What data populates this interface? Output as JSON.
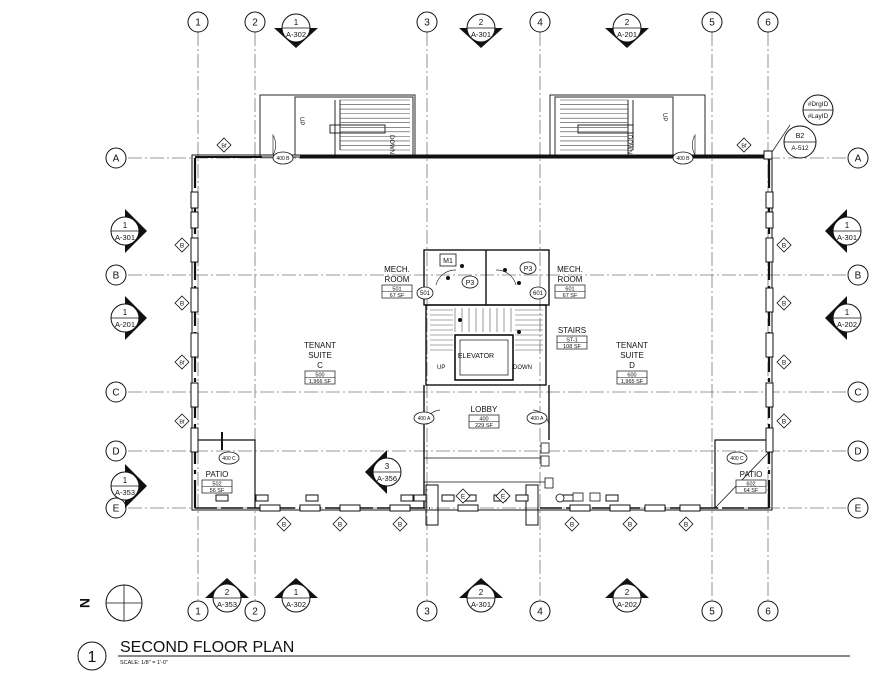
{
  "title": {
    "number": "1",
    "name": "SECOND FLOOR PLAN",
    "scale": "SCALE: 1/8\" = 1'-0\""
  },
  "north_label": "N",
  "grid_columns": [
    "1",
    "2",
    "3",
    "4",
    "5",
    "6"
  ],
  "grid_rows": [
    "A",
    "B",
    "C",
    "D",
    "E"
  ],
  "section_markers": [
    {
      "id": "sec-top-1",
      "num": "1",
      "sheet": "A-302"
    },
    {
      "id": "sec-top-2",
      "num": "2",
      "sheet": "A-301"
    },
    {
      "id": "sec-top-3",
      "num": "2",
      "sheet": "A-201"
    },
    {
      "id": "sec-left-1",
      "num": "1",
      "sheet": "A-301"
    },
    {
      "id": "sec-left-2",
      "num": "1",
      "sheet": "A-201"
    },
    {
      "id": "sec-left-3",
      "num": "1",
      "sheet": "A-353"
    },
    {
      "id": "sec-right-1",
      "num": "1",
      "sheet": "A-301"
    },
    {
      "id": "sec-right-2",
      "num": "1",
      "sheet": "A-202"
    },
    {
      "id": "sec-mid",
      "num": "3",
      "sheet": "A-356"
    },
    {
      "id": "sec-bot-1",
      "num": "2",
      "sheet": "A-353"
    },
    {
      "id": "sec-bot-2",
      "num": "1",
      "sheet": "A-302"
    },
    {
      "id": "sec-bot-3",
      "num": "2",
      "sheet": "A-301"
    },
    {
      "id": "sec-bot-4",
      "num": "2",
      "sheet": "A-202"
    }
  ],
  "detail_tag": {
    "top": "#DrgID",
    "bottom": "#LayID",
    "detail": "B2",
    "sheet": "A-512"
  },
  "rooms": [
    {
      "id": "suite-c",
      "name": [
        "TENANT",
        "SUITE",
        "C"
      ],
      "number": "500",
      "area": "1,966 SF"
    },
    {
      "id": "suite-d",
      "name": [
        "TENANT",
        "SUITE",
        "D"
      ],
      "number": "600",
      "area": "1,965 SF"
    },
    {
      "id": "mech-501",
      "name": [
        "MECH.",
        "ROOM"
      ],
      "number": "501",
      "area": "67 SF"
    },
    {
      "id": "mech-601",
      "name": [
        "MECH.",
        "ROOM"
      ],
      "number": "601",
      "area": "67 SF"
    },
    {
      "id": "stairs",
      "name": [
        "STAIRS"
      ],
      "number": "ST-1",
      "area": "108 SF"
    },
    {
      "id": "lobby",
      "name": [
        "LOBBY"
      ],
      "number": "400",
      "area": "229 SF"
    },
    {
      "id": "patio-502",
      "name": [
        "PATIO"
      ],
      "number": "502",
      "area": "56 SF"
    },
    {
      "id": "patio-602",
      "name": [
        "PATIO"
      ],
      "number": "602",
      "area": "64 SF"
    }
  ],
  "elevator_label": "ELEVATOR",
  "stair_labels": {
    "up": "UP",
    "down": "DOWN"
  },
  "door_tags": {
    "d400b_left": "400 B",
    "d400b_right": "400 B",
    "d501": "501",
    "d601": "601",
    "d400a_left": "400 A",
    "d400a_right": "400 A",
    "d400c_left": "400 C",
    "d400c_right": "400 C"
  },
  "equipment_tags": {
    "m1": "M1",
    "p3a": "P3",
    "p3b": "P3"
  },
  "window_tags": {
    "b": "B",
    "bf": "Bf",
    "e": "E"
  }
}
